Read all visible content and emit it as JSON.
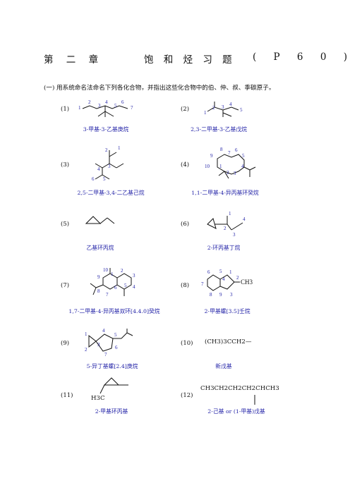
{
  "header": {
    "chapter": "第 二 章",
    "topic": "饱 和 烃 习 题",
    "page_ref": "( P 6 0 )"
  },
  "section": {
    "instruction": "(一) 用系统命名法命名下列各化合物，并指出这些化合物中的伯、仲、叔、季碳原子。"
  },
  "compounds": [
    {
      "num": "(1)",
      "name": "3-甲基-3-乙基庚烷",
      "labels": [
        "1",
        "2",
        "3",
        "4",
        "5",
        "6",
        "7"
      ]
    },
    {
      "num": "(2)",
      "name": "2,3-二甲基-3-乙基戊烷",
      "labels": [
        "1",
        "2",
        "3",
        "4",
        "5"
      ]
    },
    {
      "num": "(3)",
      "name": "2,5-二甲基-3,4-二乙基己烷",
      "labels": [
        "1",
        "2",
        "3",
        "4",
        "5",
        "6"
      ]
    },
    {
      "num": "(4)",
      "name": "1,1-二甲基-4-异丙基环癸烷",
      "labels": [
        "1",
        "2",
        "3",
        "4",
        "5",
        "6",
        "7",
        "8",
        "9",
        "10"
      ]
    },
    {
      "num": "(5)",
      "name": "乙基环丙烷",
      "labels": []
    },
    {
      "num": "(6)",
      "name": "2-环丙基丁烷",
      "labels": [
        "1",
        "2",
        "3",
        "4"
      ]
    },
    {
      "num": "(7)",
      "name": "1,7-二甲基-4-异丙基双环[4.4.0]癸烷",
      "labels": [
        "1",
        "2",
        "3",
        "4",
        "5",
        "6",
        "7",
        "8",
        "9",
        "10"
      ]
    },
    {
      "num": "(8)",
      "name": "2-甲基螺[3.5]壬烷",
      "labels": [
        "1",
        "2",
        "3",
        "4",
        "5",
        "6",
        "7",
        "8",
        "9"
      ],
      "substituent": "CH3"
    },
    {
      "num": "(9)",
      "name": "5-异丁基螺[2.4]庚烷",
      "labels": [
        "1",
        "2",
        "3",
        "4",
        "5",
        "6",
        "7"
      ]
    },
    {
      "num": "(10)",
      "name": "新戊基",
      "formula": "(CH3)3CCH2—"
    },
    {
      "num": "(11)",
      "name": "2-甲基环丙基",
      "formula": "H3C"
    },
    {
      "num": "(12)",
      "name": "2-己基   or   (1-甲基)戊基",
      "formula": "CH3CH2CH2CH2CHCH3"
    }
  ]
}
